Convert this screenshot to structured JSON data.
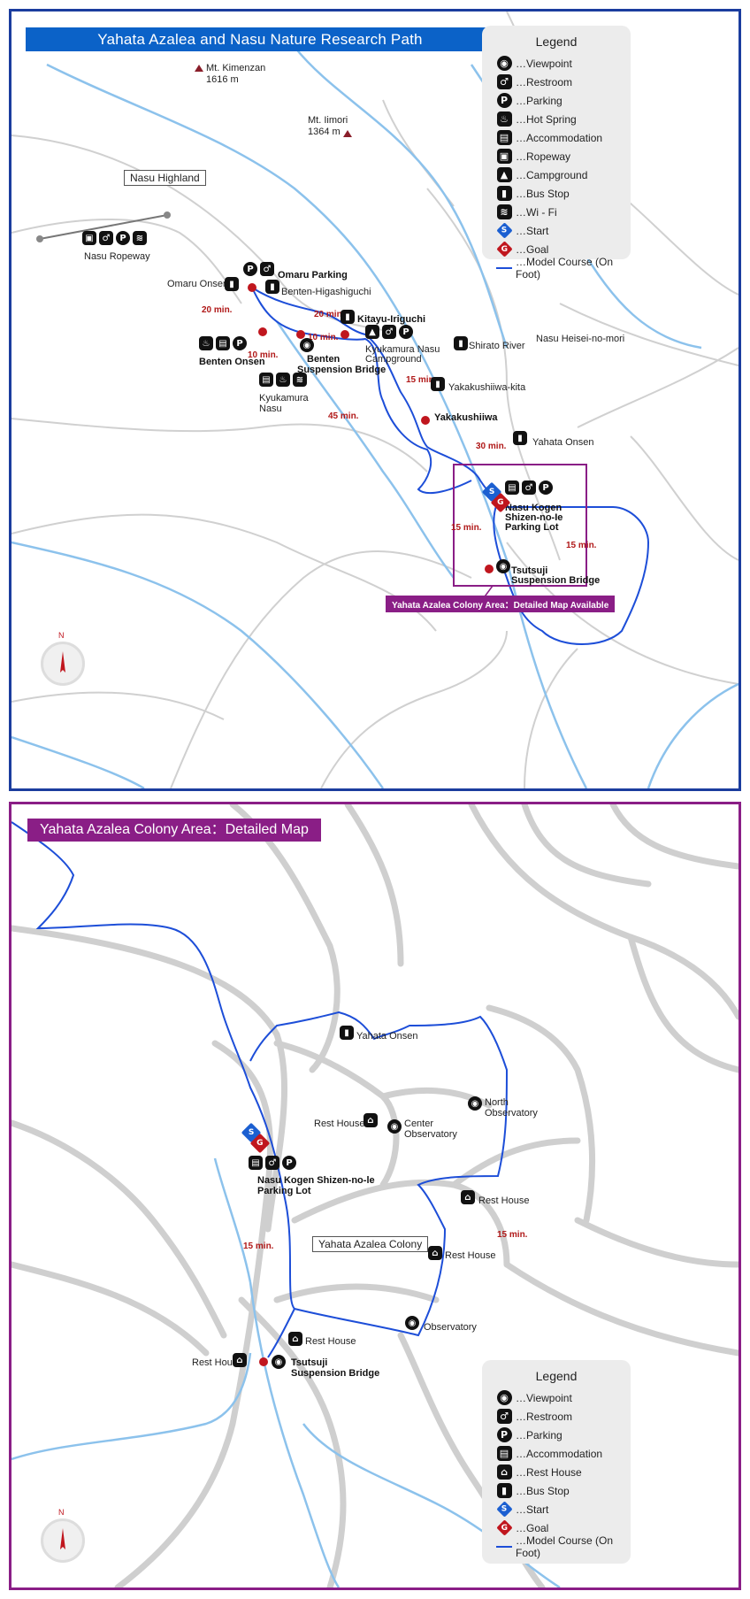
{
  "overview": {
    "title": "Yahata Azalea and Nasu Nature Research Path",
    "legend_title": "Legend",
    "legend": [
      {
        "icon": "viewpoint-icon",
        "glyph": "◉",
        "label": "…Viewpoint"
      },
      {
        "icon": "restroom-icon",
        "glyph": "♂",
        "label": "…Restroom"
      },
      {
        "icon": "parking-icon",
        "glyph": "P",
        "label": "…Parking"
      },
      {
        "icon": "hot-spring-icon",
        "glyph": "♨",
        "label": "…Hot Spring"
      },
      {
        "icon": "accommodation-icon",
        "glyph": "▤",
        "label": "…Accommodation"
      },
      {
        "icon": "ropeway-icon",
        "glyph": "▣",
        "label": "…Ropeway"
      },
      {
        "icon": "campground-icon",
        "glyph": "▲",
        "label": "…Campground"
      },
      {
        "icon": "bus-stop-icon",
        "glyph": "▮",
        "label": "…Bus Stop"
      },
      {
        "icon": "wifi-icon",
        "glyph": "≋",
        "label": "…Wi - Fi"
      },
      {
        "icon": "start-icon",
        "glyph": "S",
        "label": "…Start"
      },
      {
        "icon": "goal-icon",
        "glyph": "G",
        "label": "…Goal"
      },
      {
        "icon": "model-course-line-icon",
        "glyph": "",
        "label": "…Model Course (On Foot)"
      }
    ],
    "labels": {
      "kimenzan": "Mt. Kimenzan",
      "kimenzan_height": "1616 m",
      "iimori": "Mt. Iimori",
      "iimori_height": "1364 m",
      "nasu_highland": "Nasu Highland",
      "nasu_ropeway": "Nasu Ropeway",
      "omaru_onsen": "Omaru Onsen",
      "omaru_parking": "Omaru Parking",
      "benten_higashiguchi": "Benten-Higashiguchi",
      "kitayu_iriguchi": "Kitayu-Iriguchi",
      "kyukamura_campground": "Kyukamura Nasu",
      "kyukamura_campground_2": "Campground",
      "shirato_river": "Shirato River",
      "nasu_heisei": "Nasu Heisei-no-mori",
      "benten_onsen": "Benten Onsen",
      "benten_bridge": "Benten",
      "benten_bridge_2": "Suspension Bridge",
      "kyukamura_nasu": "Kyukamura",
      "kyukamura_nasu_2": "Nasu",
      "yakakushiiwa_kita": "Yakakushiiwa-kita",
      "yakakushiiwa": "Yakakushiiwa",
      "yahata_onsen": "Yahata Onsen",
      "nasu_kogen": "Nasu Kogen",
      "nasu_kogen_2": "Shizen-no-Ie",
      "nasu_kogen_3": "Parking Lot",
      "tsutsuji": "Tsutsuji",
      "tsutsuji_2": "Suspension Bridge",
      "detail_bar": "Yahata Azalea Colony Area：Detailed Map Available",
      "t20a": "20 min.",
      "t20b": "20 min.",
      "t10a": "10 min.",
      "t10b": "10 min.",
      "t15a": "15 min.",
      "t45": "45 min.",
      "t30": "30 min.",
      "t15b": "15 min.",
      "t15c": "15 min.",
      "compass_n": "N"
    }
  },
  "detail": {
    "title": "Yahata Azalea Colony Area：Detailed Map",
    "legend_title": "Legend",
    "legend": [
      {
        "icon": "viewpoint-icon",
        "glyph": "◉",
        "label": "…Viewpoint"
      },
      {
        "icon": "restroom-icon",
        "glyph": "♂",
        "label": "…Restroom"
      },
      {
        "icon": "parking-icon",
        "glyph": "P",
        "label": "…Parking"
      },
      {
        "icon": "accommodation-icon",
        "glyph": "▤",
        "label": "…Accommodation"
      },
      {
        "icon": "rest-house-icon",
        "glyph": "⌂",
        "label": "…Rest House"
      },
      {
        "icon": "bus-stop-icon",
        "glyph": "▮",
        "label": "…Bus Stop"
      },
      {
        "icon": "start-icon",
        "glyph": "S",
        "label": "…Start"
      },
      {
        "icon": "goal-icon",
        "glyph": "G",
        "label": "…Goal"
      },
      {
        "icon": "model-course-line-icon",
        "glyph": "",
        "label": "…Model Course (On Foot)"
      }
    ],
    "labels": {
      "yahata_onsen": "Yahata Onsen",
      "rest_house_a": "Rest House",
      "center_obs": "Center",
      "center_obs_2": "Observatory",
      "north_obs": "North",
      "north_obs_2": "Observatory",
      "rest_house_b": "Rest House",
      "rest_house_c": "Rest House",
      "nasu_kogen": "Nasu Kogen Shizen-no-le",
      "nasu_kogen_2": "Parking Lot",
      "colony": "Yahata Azalea Colony",
      "t15a": "15 min.",
      "t15b": "15 min.",
      "observatory": "Observatory",
      "rest_house_d": "Rest House",
      "rest_house_e": "Rest House",
      "tsutsuji": "Tsutsuji",
      "tsutsuji_2": "Suspension Bridge",
      "compass_n": "N"
    }
  }
}
